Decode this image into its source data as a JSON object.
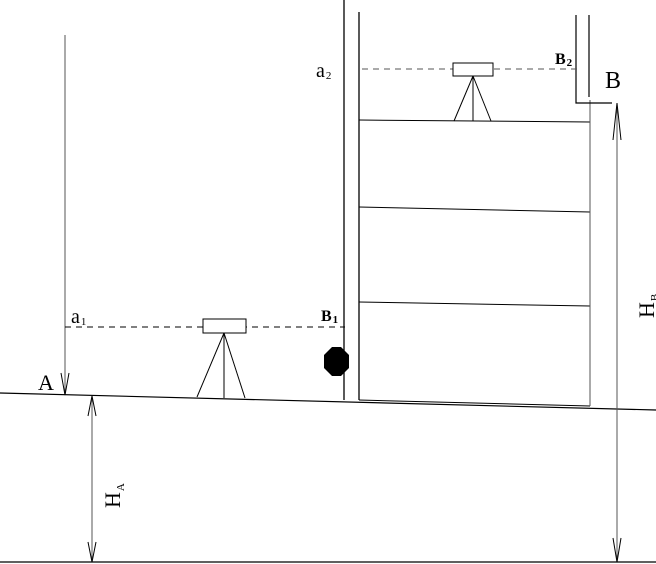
{
  "labels": {
    "point_a": "A",
    "point_b": "B",
    "reading_a1": "a",
    "reading_a1_sub": "1",
    "reading_a2": "a",
    "reading_a2_sub": "2",
    "reading_b1": "B",
    "reading_b1_sub": "1",
    "reading_b2": "B",
    "reading_b2_sub": "2",
    "height_a": "H",
    "height_a_sub": "A",
    "height_b": "H",
    "height_b_sub": "B"
  },
  "colors": {
    "ink": "#000000",
    "thin_line": "#555555"
  }
}
